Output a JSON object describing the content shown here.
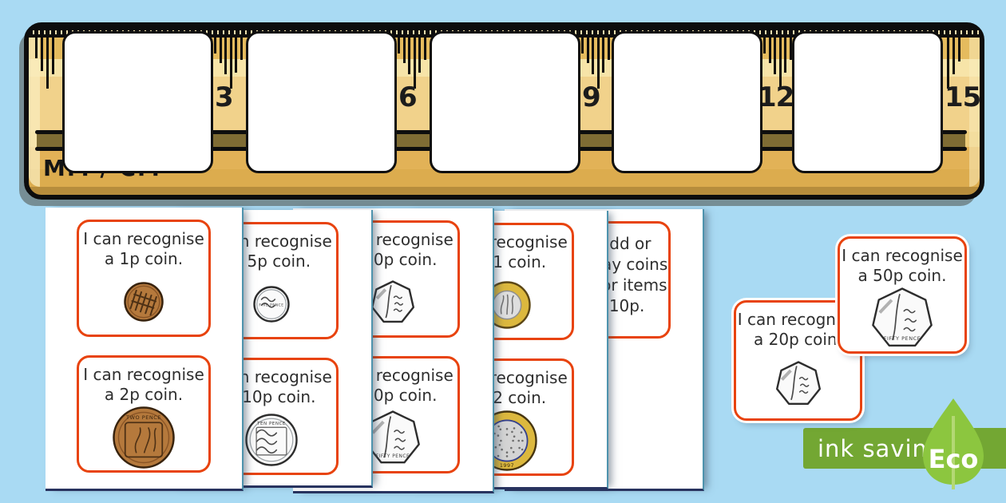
{
  "colors": {
    "background": "#a9daf3",
    "card_border": "#e8430e",
    "card_text": "#2e2e2e",
    "ruler_gold": "#f1d28b",
    "ruler_outline": "#0d0d0d",
    "page_edge_blue": "#28335f",
    "eco_banner_green": "#73a733",
    "eco_leaf_green": "#8cc63f",
    "copper_coin": "#b5793c",
    "silver_coin": "#fafafa",
    "gold_coin": "#dcb83e"
  },
  "ruler": {
    "unit_label": "MM / CM",
    "tick_numbers": [
      "3",
      "6",
      "9",
      "12",
      "15"
    ],
    "slot_count": 5
  },
  "pages": [
    {
      "name": "page-1",
      "cards": [
        {
          "lines": [
            "I can recognise",
            "a 1p coin."
          ],
          "coin": "1p"
        },
        {
          "lines": [
            "I can recognise",
            "a 2p coin."
          ],
          "coin": "2p"
        }
      ]
    },
    {
      "name": "page-2",
      "cards": [
        {
          "lines": [
            "I can recognise",
            "a 5p coin."
          ],
          "coin": "5p"
        },
        {
          "lines": [
            "I can recognise",
            "a 10p coin."
          ],
          "coin": "10p"
        }
      ]
    },
    {
      "name": "page-3",
      "cards": [
        {
          "lines": [
            "I can recognise",
            "a 20p coin."
          ],
          "coin": "20p"
        },
        {
          "lines": [
            "I can recognise",
            "a 50p coin."
          ],
          "coin": "50p"
        }
      ]
    },
    {
      "name": "page-4",
      "cards": [
        {
          "lines": [
            "I can recognise",
            "a £1 coin."
          ],
          "coin": "pound1"
        },
        {
          "lines": [
            "I can recognise",
            "a £2 coin."
          ],
          "coin": "pound2"
        }
      ]
    },
    {
      "name": "page-5",
      "cards": [
        {
          "lines": [
            "I can add or",
            "take away coins",
            "to pay for items",
            "up to 10p."
          ],
          "coin": null
        }
      ]
    }
  ],
  "floating_cards": [
    {
      "name": "card-20p",
      "lines": [
        "I can recognise",
        "a 20p coin."
      ],
      "coin": "20p"
    },
    {
      "name": "card-50p",
      "lines": [
        "I can recognise",
        "a 50p coin."
      ],
      "coin": "50p"
    }
  ],
  "coin_engravings": {
    "2p": "TWO PENCE",
    "5p": "FIVE PENCE",
    "10p": "TEN PENCE",
    "50p": "FIFTY PENCE",
    "pound2": "1997"
  },
  "eco_badge": {
    "ink_label": "ink saving",
    "eco_label": "Eco"
  }
}
